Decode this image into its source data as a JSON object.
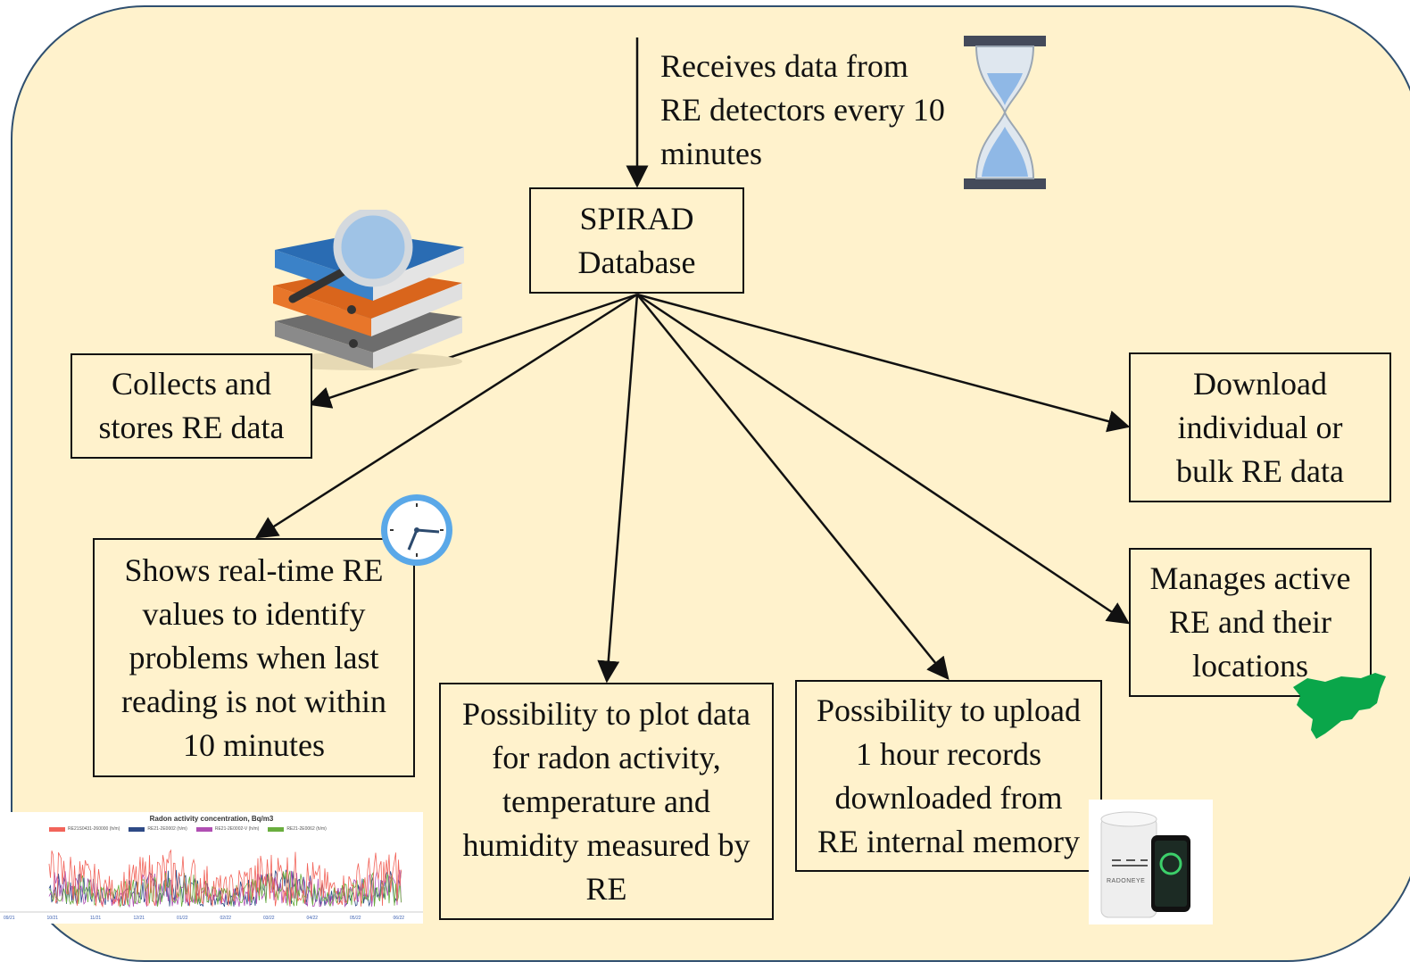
{
  "intro": "Receives data from\nRE detectors every 10\nminutes",
  "center": "SPIRAD\nDatabase",
  "boxes": {
    "collect": "Collects and\nstores RE data",
    "download": "Download\nindividual or\nbulk RE data",
    "realtime": "Shows real-time RE\nvalues to identify\nproblems when last\nreading is not within\n10 minutes",
    "manage": "Manages active\nRE and their\nlocations",
    "plot": "Possibility to plot data\nfor radon activity,\ntemperature and\nhumidity measured by\nRE",
    "upload": "Possibility to upload\n1 hour records\ndownloaded from\nRE internal memory"
  },
  "mini_chart": {
    "title": "Radon activity concentration, Bq/m3",
    "legend": [
      "RE21S0431-260000 (h/m)",
      "RE21-2E0002 (h/m)",
      "RE21-2E0002-V (h/m)",
      "RE21-2E0062 (h/m)"
    ],
    "legend_colors": [
      "#f2645a",
      "#2e4a86",
      "#b04fb3",
      "#6aae3e"
    ],
    "x_ticks": [
      "09/21",
      "10/21",
      "11/21",
      "12/21",
      "01/22",
      "02/22",
      "03/22",
      "04/22",
      "05/22",
      "06/22"
    ]
  },
  "device_label": "RADONEYE",
  "colors": {
    "panel": "#fff2cc",
    "border": "#2f4f6f",
    "map": "#0aa64a"
  }
}
